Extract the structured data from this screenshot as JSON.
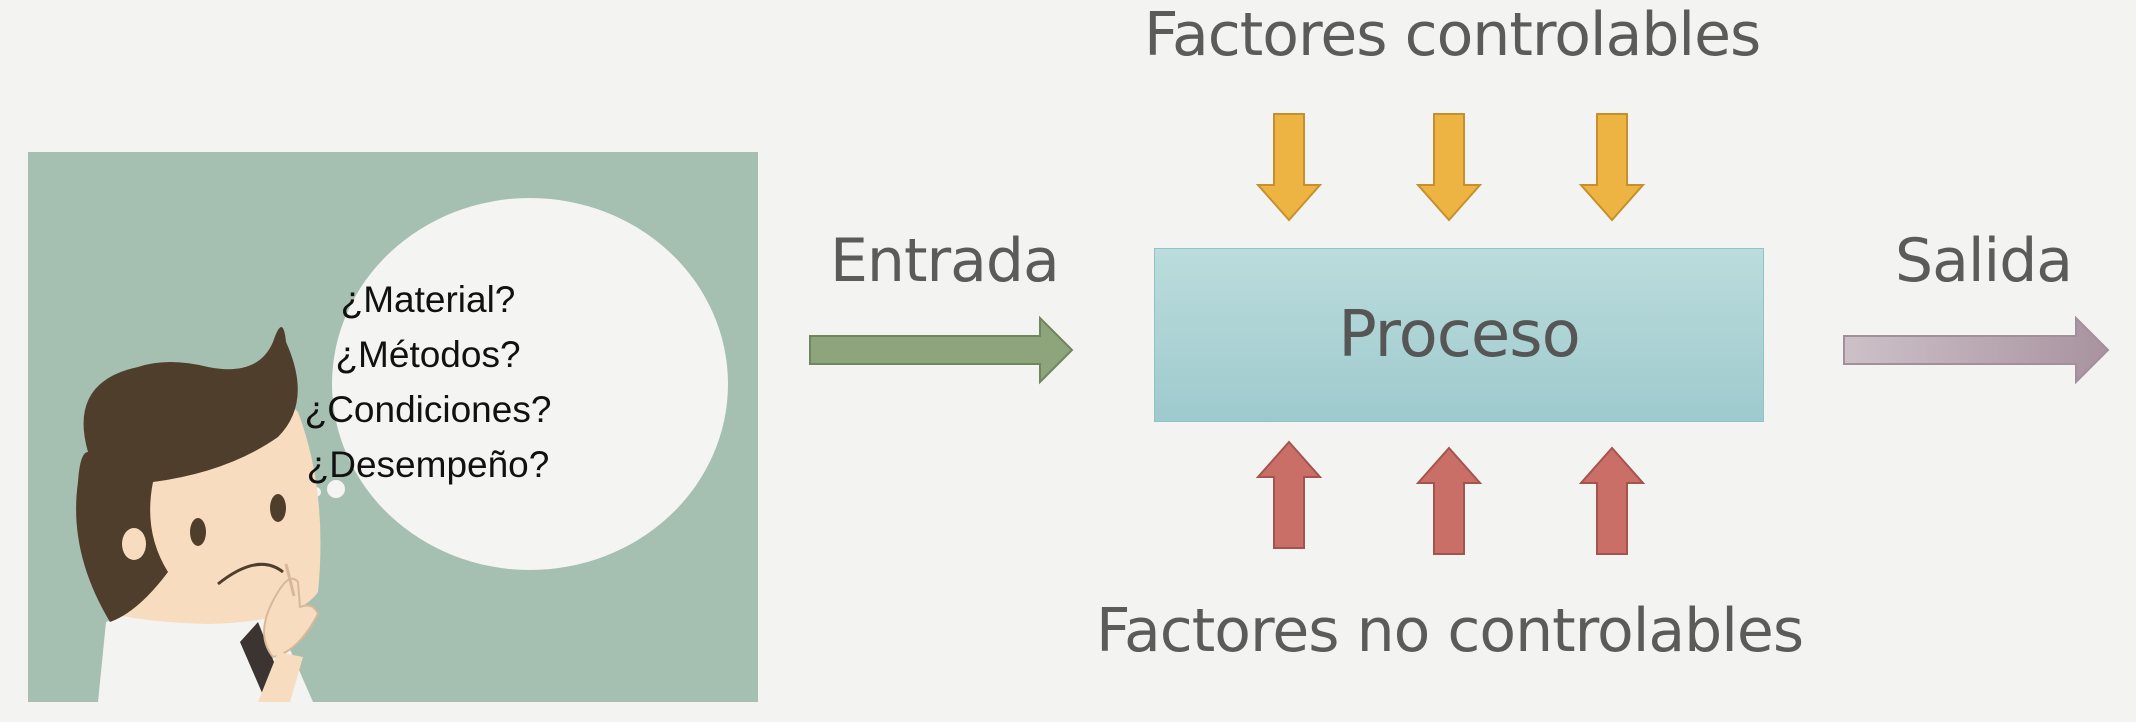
{
  "diagram": {
    "title_controllable": "Factores controlables",
    "title_uncontrollable": "Factores no controlables",
    "input_label": "Entrada",
    "output_label": "Salida",
    "process_label": "Proceso",
    "thought_bubble": [
      "¿Material?",
      "¿Métodos?",
      "¿Condiciones?",
      "¿Desempeño?"
    ]
  },
  "colors": {
    "background": "#f3f3f1",
    "controllable_arrows": "#edb443",
    "uncontrollable_arrows": "#c96f68",
    "input_arrow": "#8ea57c",
    "output_arrow": "#b3a2ae",
    "process_box": "#a9d2d4",
    "illustration_bg": "#a5bfb1"
  },
  "icons": {
    "illustration": "thinking-man-icon"
  }
}
